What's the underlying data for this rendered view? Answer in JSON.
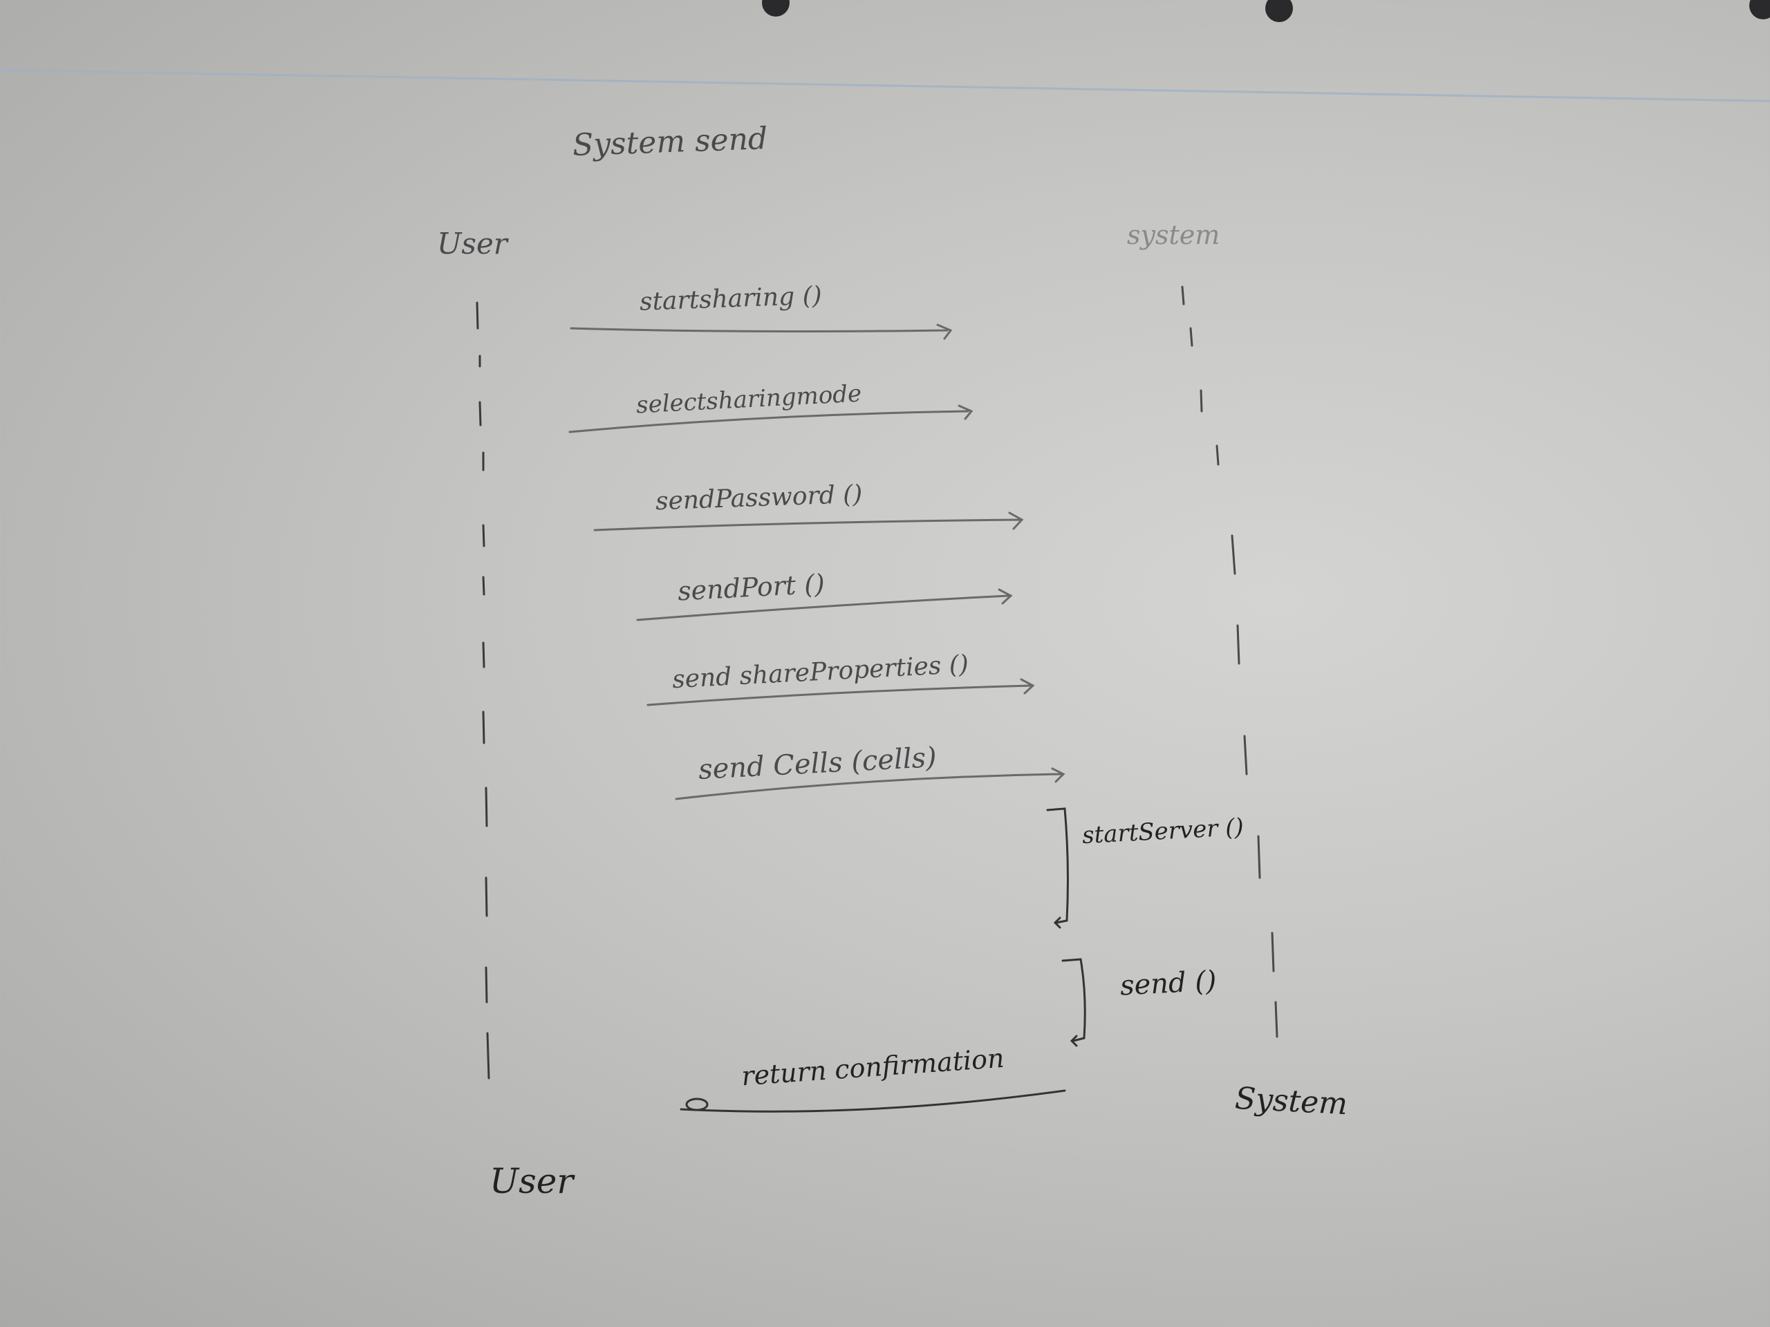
{
  "title": "System send",
  "participants": {
    "left_top": "User",
    "right_top": "system",
    "left_bottom": "User",
    "right_bottom": "System"
  },
  "messages": [
    "startsharing ()",
    "selectsharingmode",
    "sendPassword ()",
    "sendPort ()",
    "send shareProperties ()",
    "send Cells (cells)"
  ],
  "self_calls": [
    "startServer ()",
    "send ()"
  ],
  "return_message": "return confirmation"
}
